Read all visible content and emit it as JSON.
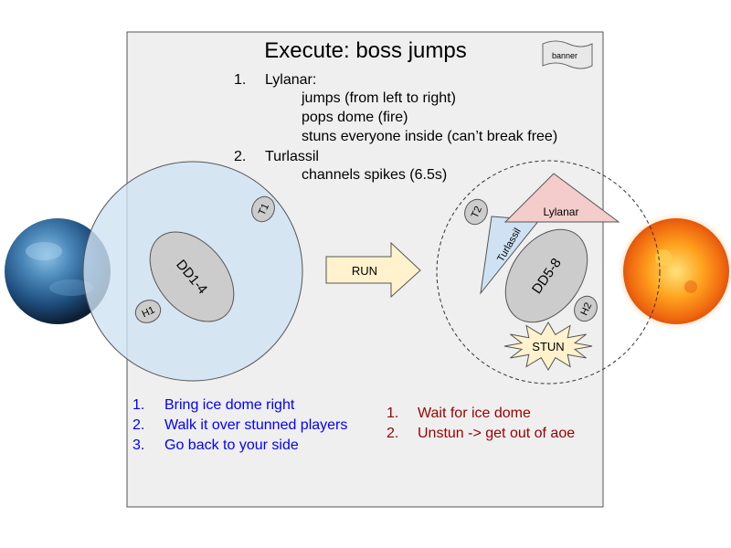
{
  "title": "Execute: boss jumps",
  "banner_label": "banner",
  "steps": {
    "s1_num": "1.",
    "s1_label": "Lylanar:",
    "s1_items": [
      "jumps (from left to right)",
      "pops dome (fire)",
      "stuns everyone inside (can’t break free)"
    ],
    "s2_num": "2.",
    "s2_label": "Turlassil",
    "s2_items": [
      "channels spikes (6.5s)"
    ]
  },
  "left_dome": {
    "tank": "T1",
    "dps": "DD1-4",
    "healer": "H1"
  },
  "arrow_label": "RUN",
  "right_dome": {
    "tank": "T2",
    "boss1": "Lylanar",
    "boss2": "Turlassil",
    "dps": "DD5-8",
    "healer": "H2",
    "stun": "STUN"
  },
  "blue_list": {
    "nums": [
      "1.",
      "2.",
      "3."
    ],
    "items": [
      "Bring ice dome right",
      "Walk it over stunned players",
      "Go back to your side"
    ]
  },
  "red_list": {
    "nums": [
      "1.",
      "2."
    ],
    "items": [
      "Wait for ice dome",
      "Unstun -> get out of aoe"
    ]
  },
  "colors": {
    "panel": "#efefef",
    "ice_dome": "#cfe2f3",
    "boss_triangle": "#f4cccc",
    "turlassil_triangle": "#cfe2f3",
    "run_arrow": "#fff2cc",
    "stun_burst": "#fff2cc",
    "token": "#cccccc",
    "blue_text": "#0000ff",
    "red_text": "#990000"
  },
  "icons": [
    "ice-planet-icon",
    "fire-sun-icon",
    "banner-flag-icon",
    "stun-burst-icon"
  ]
}
